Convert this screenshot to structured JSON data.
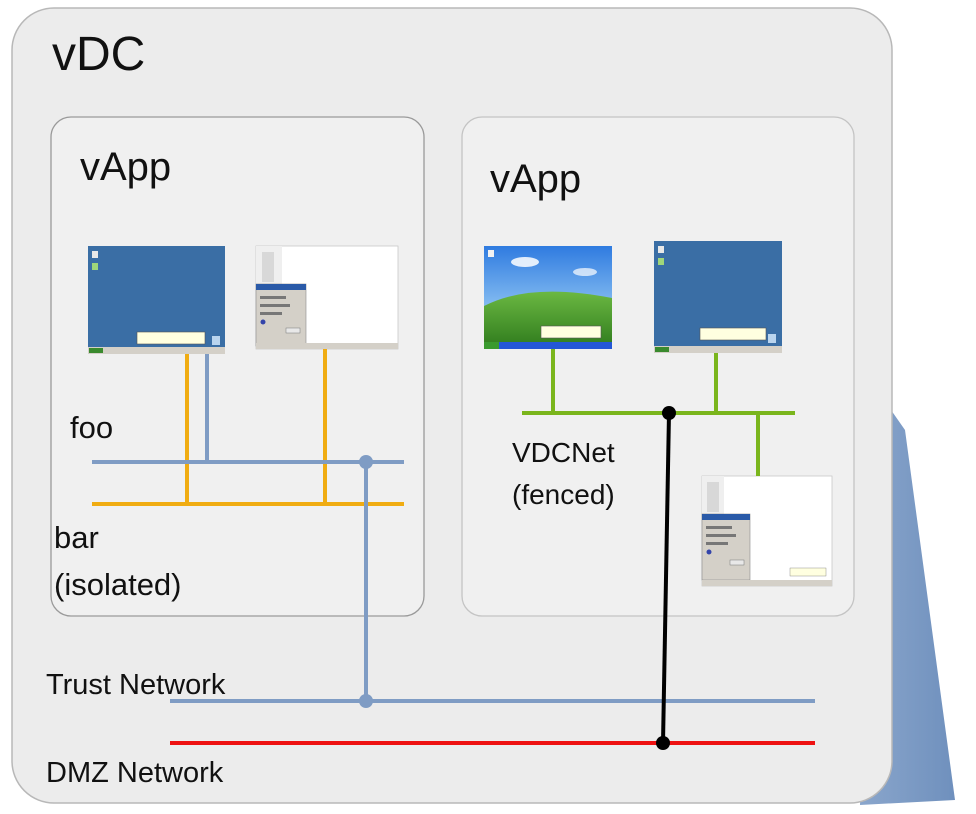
{
  "vdc": {
    "label": "vDC"
  },
  "vapp_left": {
    "label": "vApp"
  },
  "vapp_right": {
    "label": "vApp"
  },
  "networks": {
    "foo": "foo",
    "bar_line1": "bar",
    "bar_line2": "(isolated)",
    "vdcnet_line1": "VDCNet",
    "vdcnet_line2": "(fenced)",
    "trust": "Trust Network",
    "dmz": "DMZ Network"
  },
  "colors": {
    "foo": "#7f9cc4",
    "bar": "#f0ac12",
    "vdcnet": "#7ab51c",
    "trust": "#7f9cc4",
    "dmz": "#ee1111",
    "fenced_link": "#000000",
    "vdc_fill": "#ececec",
    "vapp_fill": "#f0f0f0",
    "shadow": "#7f9cc4"
  }
}
